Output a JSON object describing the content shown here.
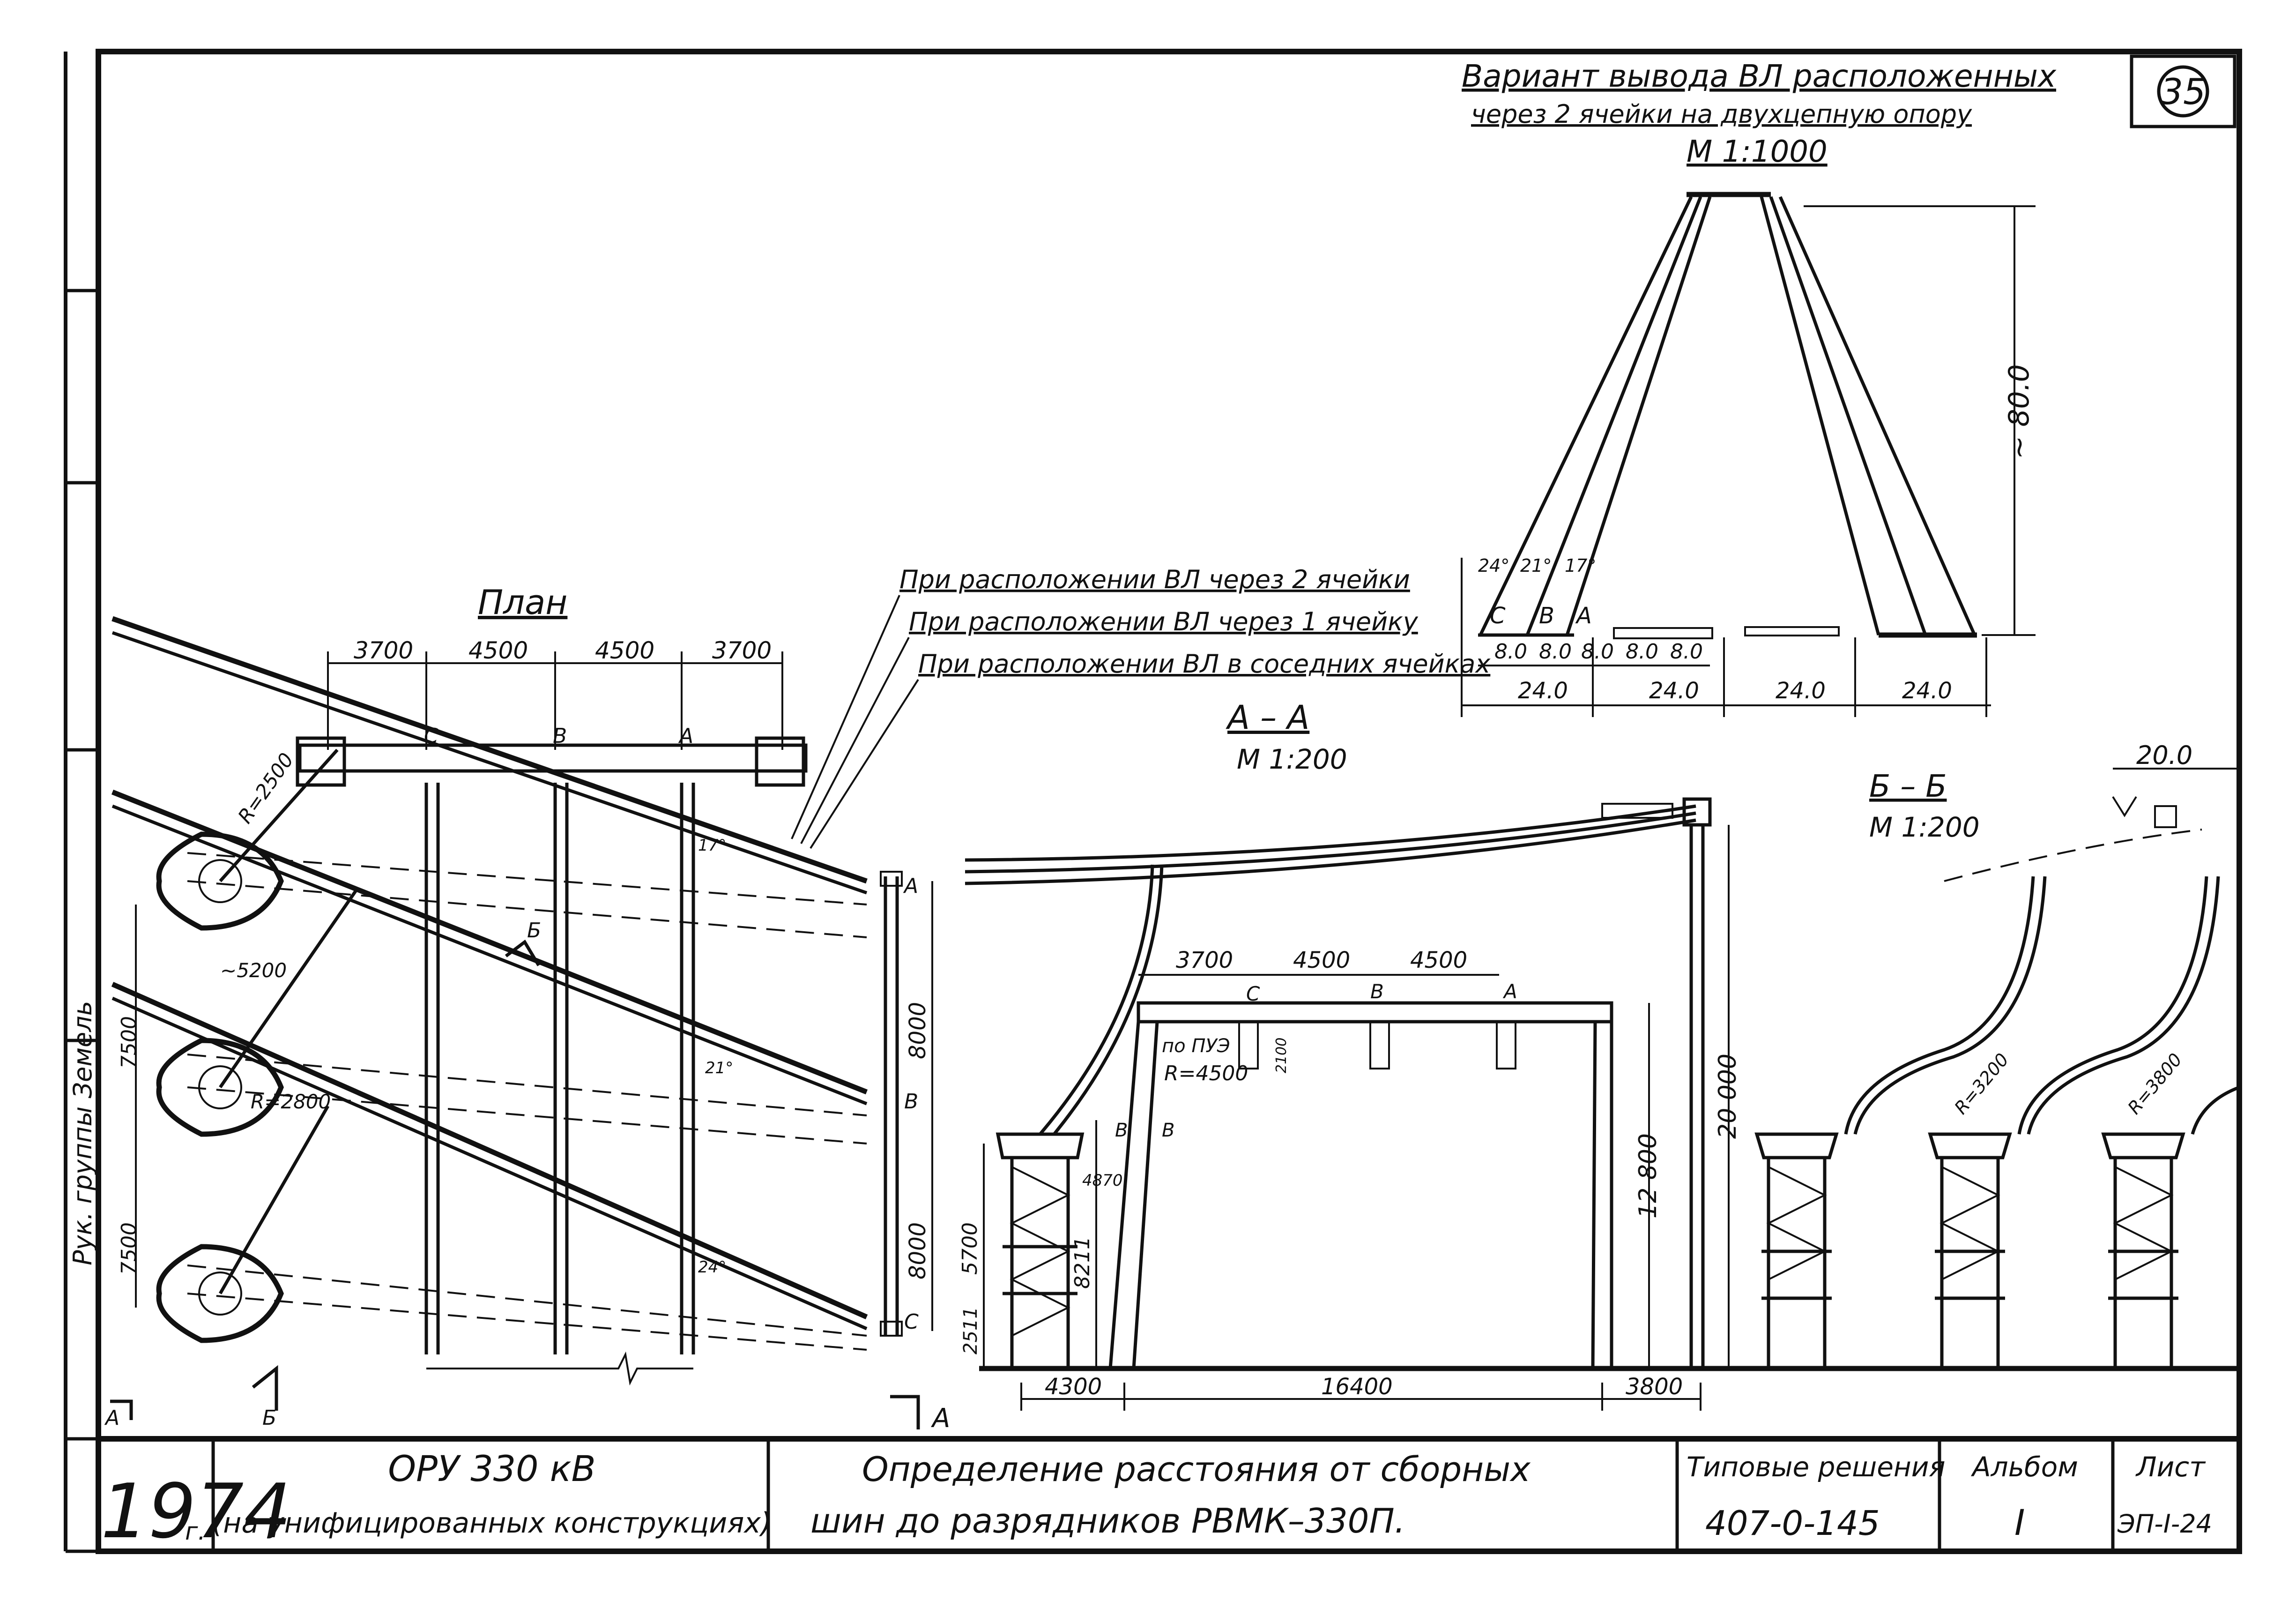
{
  "sheet_number": "35",
  "variant": {
    "title": "Вариант вывода ВЛ расположенных",
    "subtitle": "через 2 ячейки на двухцепную опору",
    "scale": "М 1:1000",
    "height_dim": "~ 80.0",
    "angles": [
      "24°",
      "21°",
      "17°"
    ],
    "phase_labels": [
      "С",
      "В",
      "А"
    ],
    "spacing_dims": [
      "8.0",
      "8.0",
      "8.0",
      "8.0",
      "8.0"
    ],
    "bay_dims": [
      "24.0",
      "24.0",
      "24.0",
      "24.0"
    ]
  },
  "plan": {
    "title": "План",
    "top_dims": [
      "3700",
      "4500",
      "4500",
      "3700"
    ],
    "phase_labels": [
      "С",
      "В",
      "А"
    ],
    "right_labels": [
      "А",
      "В",
      "С"
    ],
    "right_dims": [
      "8000",
      "8000"
    ],
    "radii": [
      "R=2500",
      "R=2800"
    ],
    "left_dims": [
      "7500",
      "7500"
    ],
    "approx_dim": "~5200",
    "section_marks": [
      "Б",
      "А",
      "Б",
      "А"
    ],
    "angle_labels": [
      "17°",
      "21°",
      "24°"
    ]
  },
  "callouts": [
    "При расположении ВЛ через 2 ячейки",
    "При расположении ВЛ через 1 ячейку",
    "При расположении ВЛ в соседних ячейках"
  ],
  "section_aa": {
    "title": "А – А",
    "scale": "М 1:200",
    "top_dims": [
      "3700",
      "4500",
      "4500"
    ],
    "phase_labels": [
      "С",
      "В",
      "А"
    ],
    "note": "по ПУЭ",
    "radius": "R=4500",
    "heights": [
      "20 000",
      "12 800",
      "8211",
      "5700",
      "2511",
      "4870",
      "2100"
    ],
    "bottom_dims": [
      "4300",
      "16400",
      "3800"
    ],
    "b_labels": [
      "В",
      "В"
    ]
  },
  "section_bb": {
    "title": "Б – Б",
    "scale": "М 1:200",
    "top_dim": "20.0",
    "radii": [
      "R=3200",
      "R=3800"
    ]
  },
  "margin_text": "Рук. группы Земель",
  "title_block": {
    "year": "1974",
    "year_suffix": "г.",
    "project": "ОРУ 330 кВ",
    "project_sub": "(на унифицированных конструкциях)",
    "description_1": "Определение расстояния от сборных",
    "description_2": "шин до разрядников РВМК–330П.",
    "series_label": "Типовые решения",
    "series_value": "407-0-145",
    "album_label": "Альбом",
    "album_value": "I",
    "sheet_label": "Лист",
    "sheet_value": "ЭП-I-24"
  }
}
